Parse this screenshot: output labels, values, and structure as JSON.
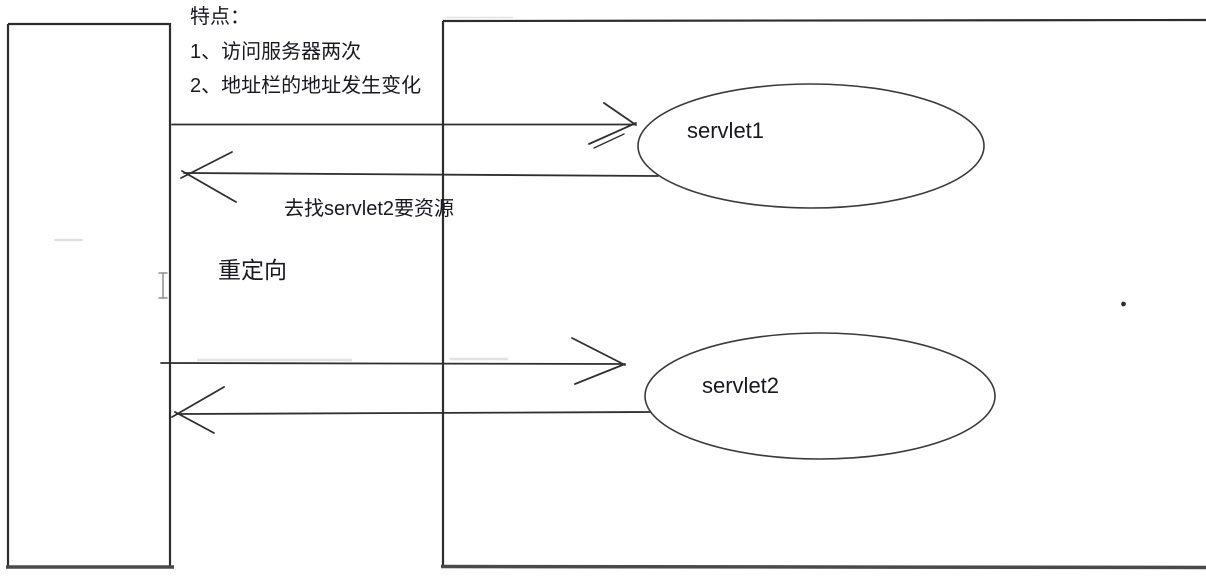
{
  "diagram": {
    "colors": {
      "background": "#ffffff",
      "line": "#2f2f2f",
      "thick_edge": "#4a4a4a",
      "text": "#18181f"
    },
    "notes": {
      "heading": "特点：",
      "item1": "1、访问服务器两次",
      "item2": "2、地址栏的地址发生变化"
    },
    "annotations": {
      "fetch_note": "去找servlet2要资源",
      "redirect_label": "重定向"
    },
    "server": {
      "servlet1_label": "servlet1",
      "servlet2_label": "servlet2"
    },
    "icons": {
      "text_cursor": "i-beam-text-cursor",
      "stray_dot": "small-ink-dot",
      "faint_dash": "faint-pencil-dash"
    }
  }
}
